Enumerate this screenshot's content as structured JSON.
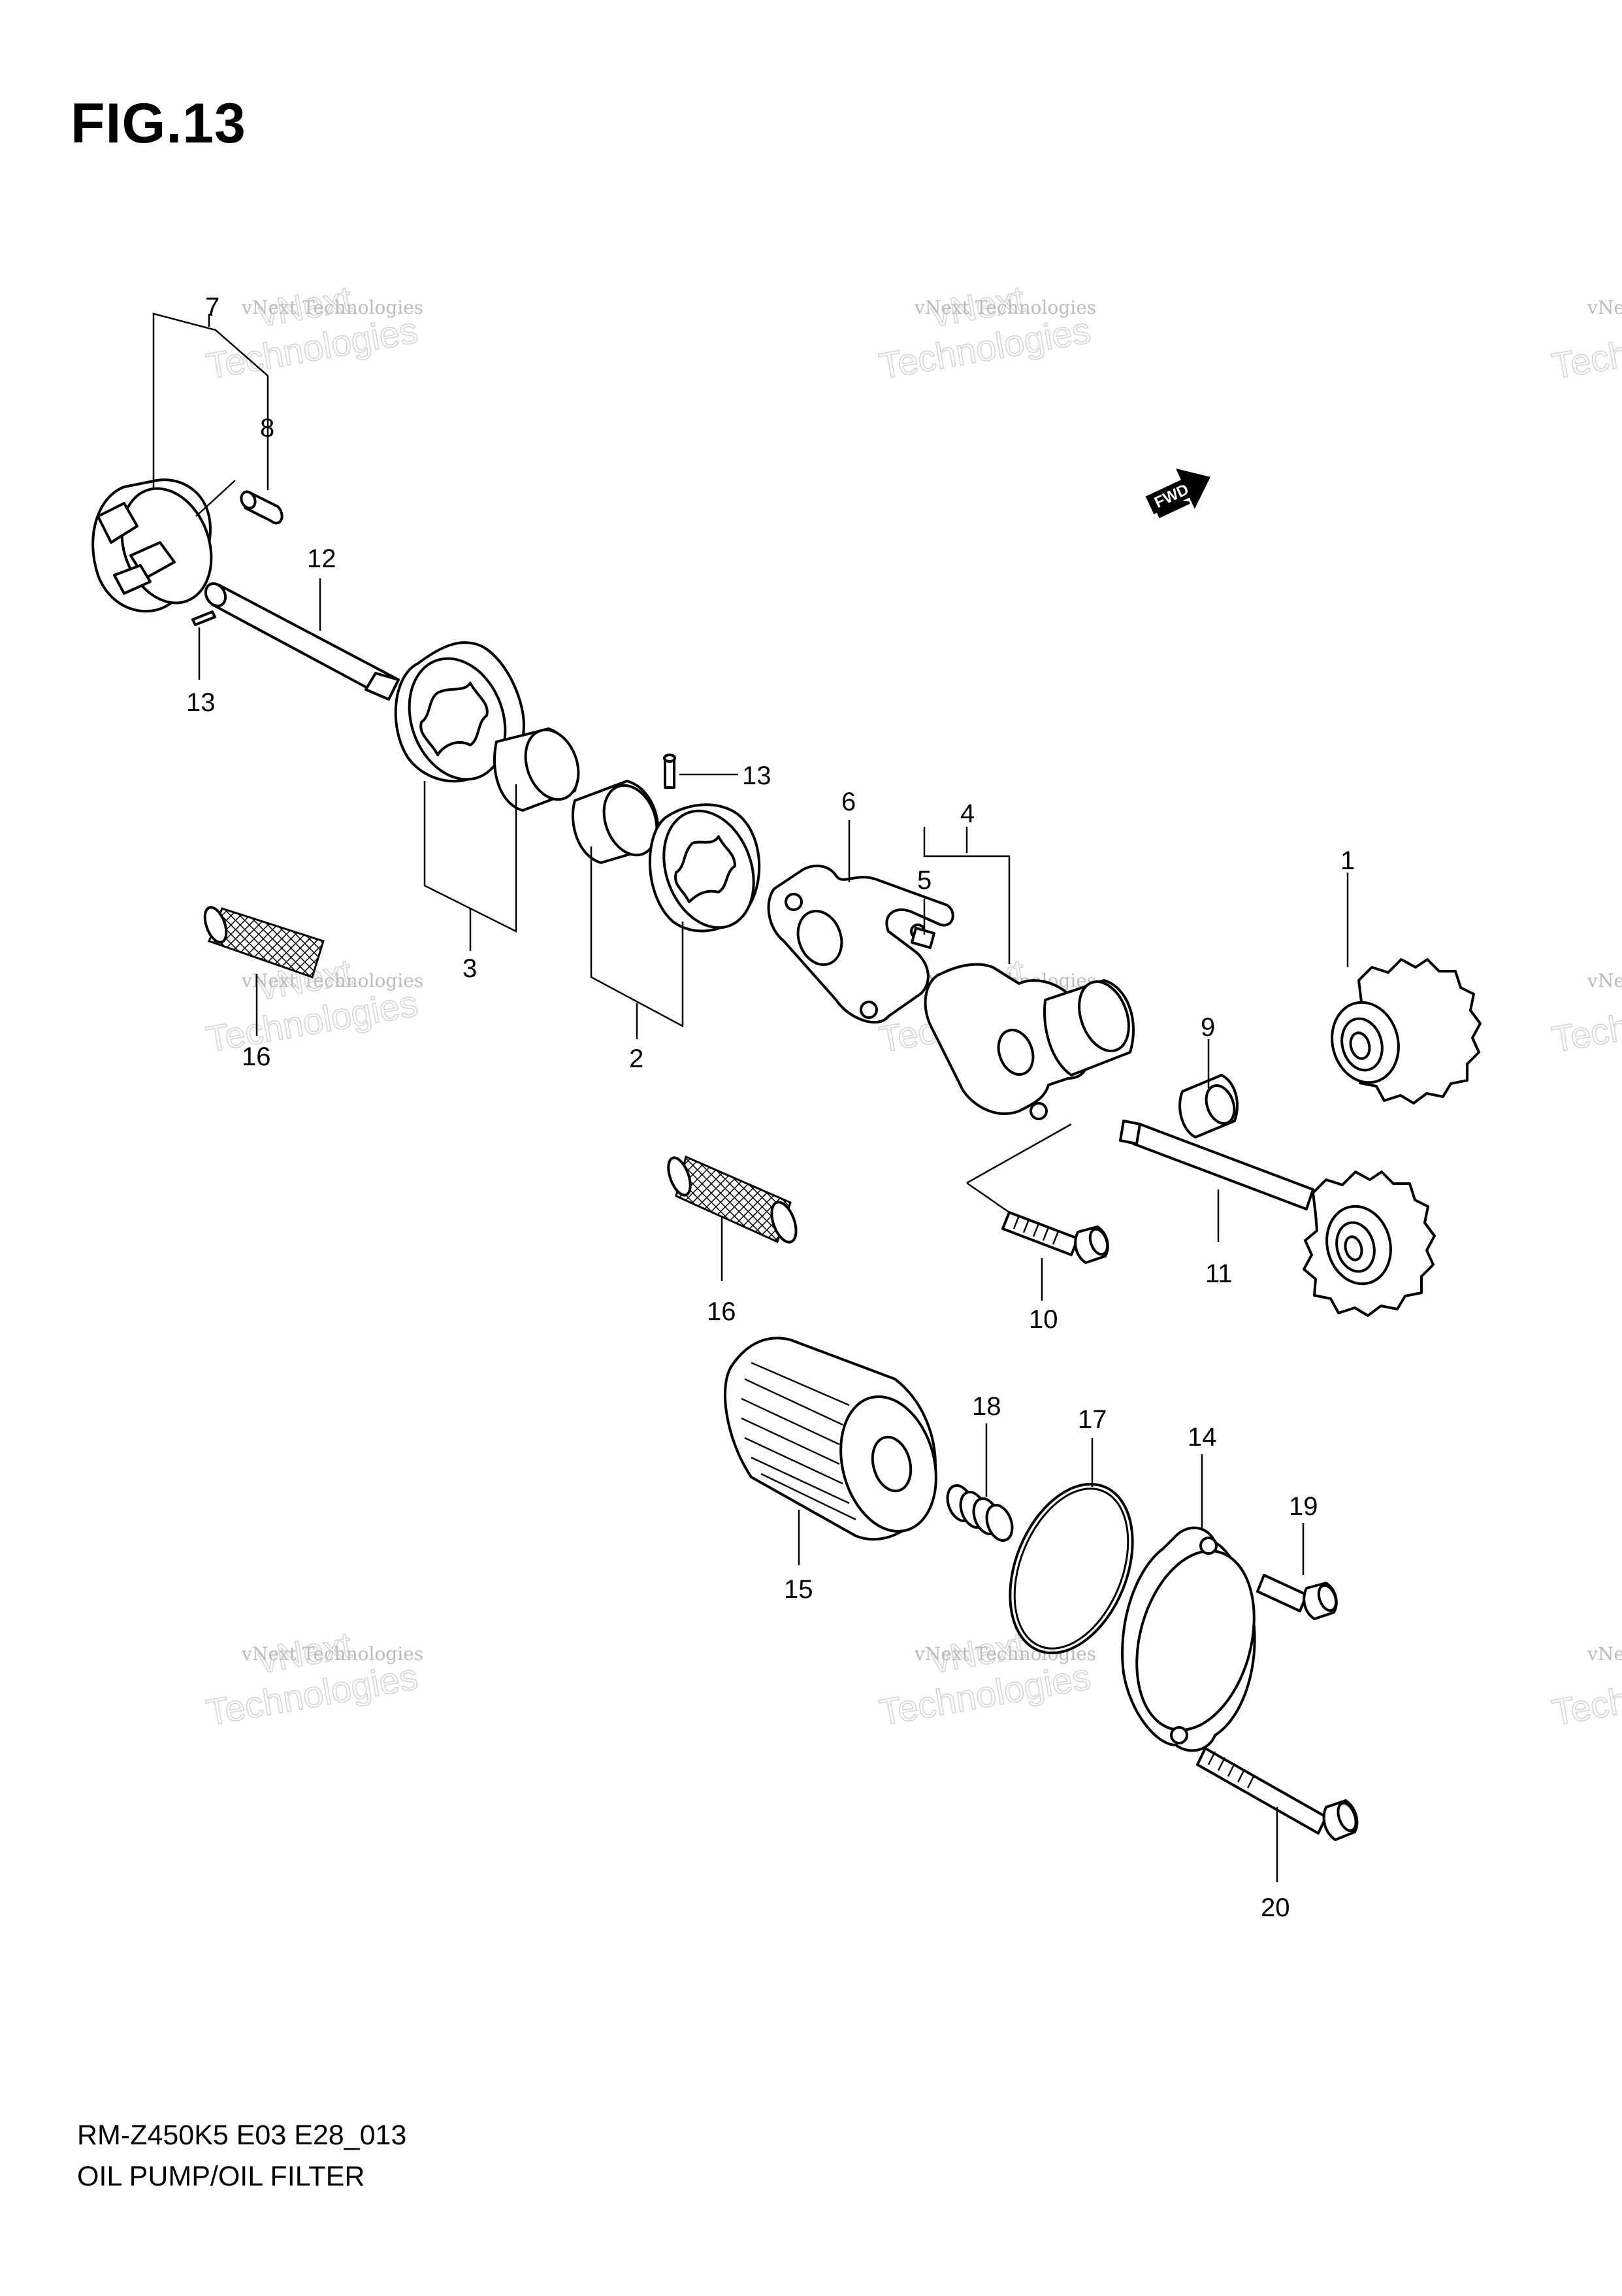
{
  "header": {
    "figure_label": "FIG.13"
  },
  "footer": {
    "model_code": "RM-Z450K5 E03 E28_013",
    "section_name": "OIL PUMP/OIL FILTER"
  },
  "direction_badge": {
    "label": "FWD",
    "icon": "forward-arrow-icon"
  },
  "watermark": {
    "line1": "vNext Technologies",
    "line2": "Technologies",
    "line3": "vNext"
  },
  "callouts": {
    "c1": "1",
    "c2": "2",
    "c3": "3",
    "c4": "4",
    "c5": "5",
    "c6": "6",
    "c7": "7",
    "c8": "8",
    "c9": "9",
    "c10": "10",
    "c11": "11",
    "c12": "12",
    "c13a": "13",
    "c13b": "13",
    "c14": "14",
    "c15": "15",
    "c16a": "16",
    "c16b": "16",
    "c17": "17",
    "c18": "18",
    "c19": "19",
    "c20": "20"
  },
  "colors": {
    "line": "#000000",
    "watermark": "#c8c8c8",
    "background": "#ffffff"
  }
}
